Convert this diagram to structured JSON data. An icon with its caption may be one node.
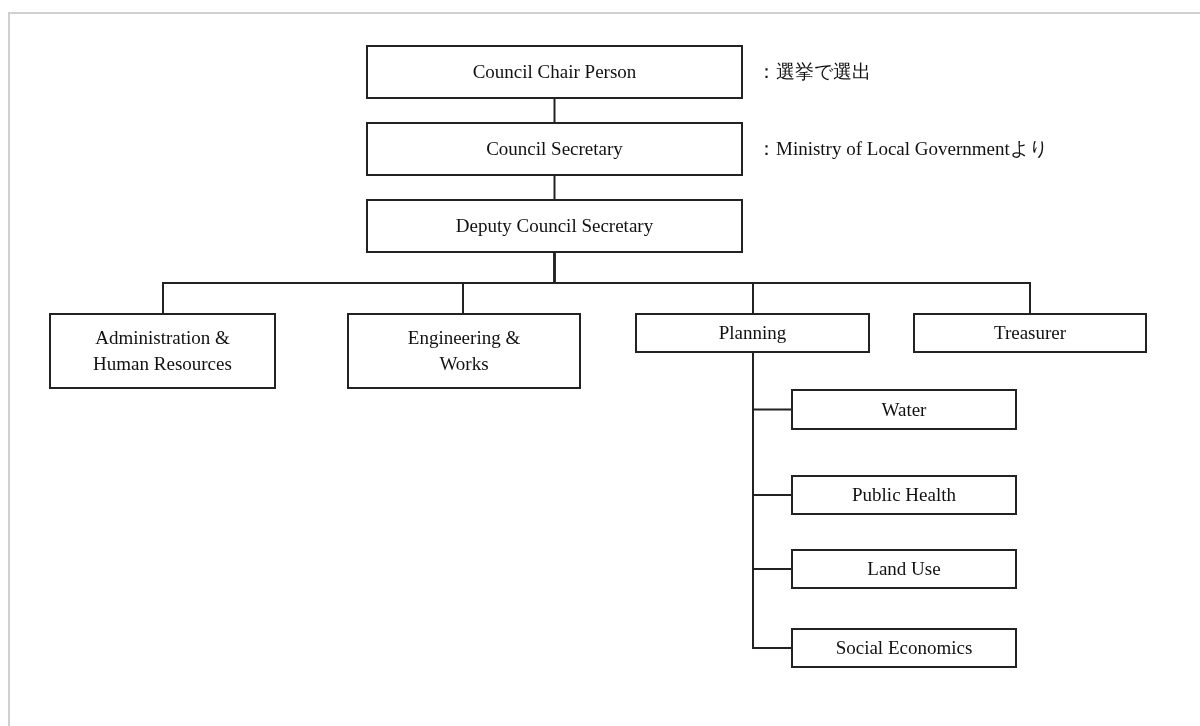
{
  "diagram": {
    "nodes": [
      {
        "text": [
          "Council Chair Person"
        ],
        "beside": [
          "：選挙で選出"
        ]
      },
      {
        "text": [
          "Council Secretary"
        ],
        "beside": [
          "：Ministry of Local Governmentより"
        ]
      },
      {
        "text": [
          "Deputy Council Secretary"
        ]
      },
      {
        "text": [
          "Administration & Human Resources"
        ]
      },
      {
        "text": [
          "Engineering & Works"
        ]
      },
      {
        "text": [
          "Planning"
        ]
      },
      {
        "text": [
          "Treasurer"
        ]
      },
      {
        "text": [
          "Water"
        ]
      },
      {
        "text": [
          "Public Health"
        ]
      },
      {
        "text": [
          "Land Use"
        ]
      },
      {
        "text": [
          "Social Economics"
        ]
      }
    ],
    "edges": [
      {
        "from": 0,
        "to": 1,
        "arrow": "none"
      },
      {
        "from": 1,
        "to": 2,
        "arrow": "none"
      },
      {
        "from": 2,
        "to": 3,
        "arrow": "none"
      },
      {
        "from": 2,
        "to": 4,
        "arrow": "none"
      },
      {
        "from": 2,
        "to": 5,
        "arrow": "none"
      },
      {
        "from": 2,
        "to": 6,
        "arrow": "none"
      },
      {
        "from": 5,
        "to": 7,
        "arrow": "none"
      },
      {
        "from": 5,
        "to": 8,
        "arrow": "none"
      },
      {
        "from": 5,
        "to": 9,
        "arrow": "none"
      },
      {
        "from": 5,
        "to": 10,
        "arrow": "none"
      }
    ]
  }
}
